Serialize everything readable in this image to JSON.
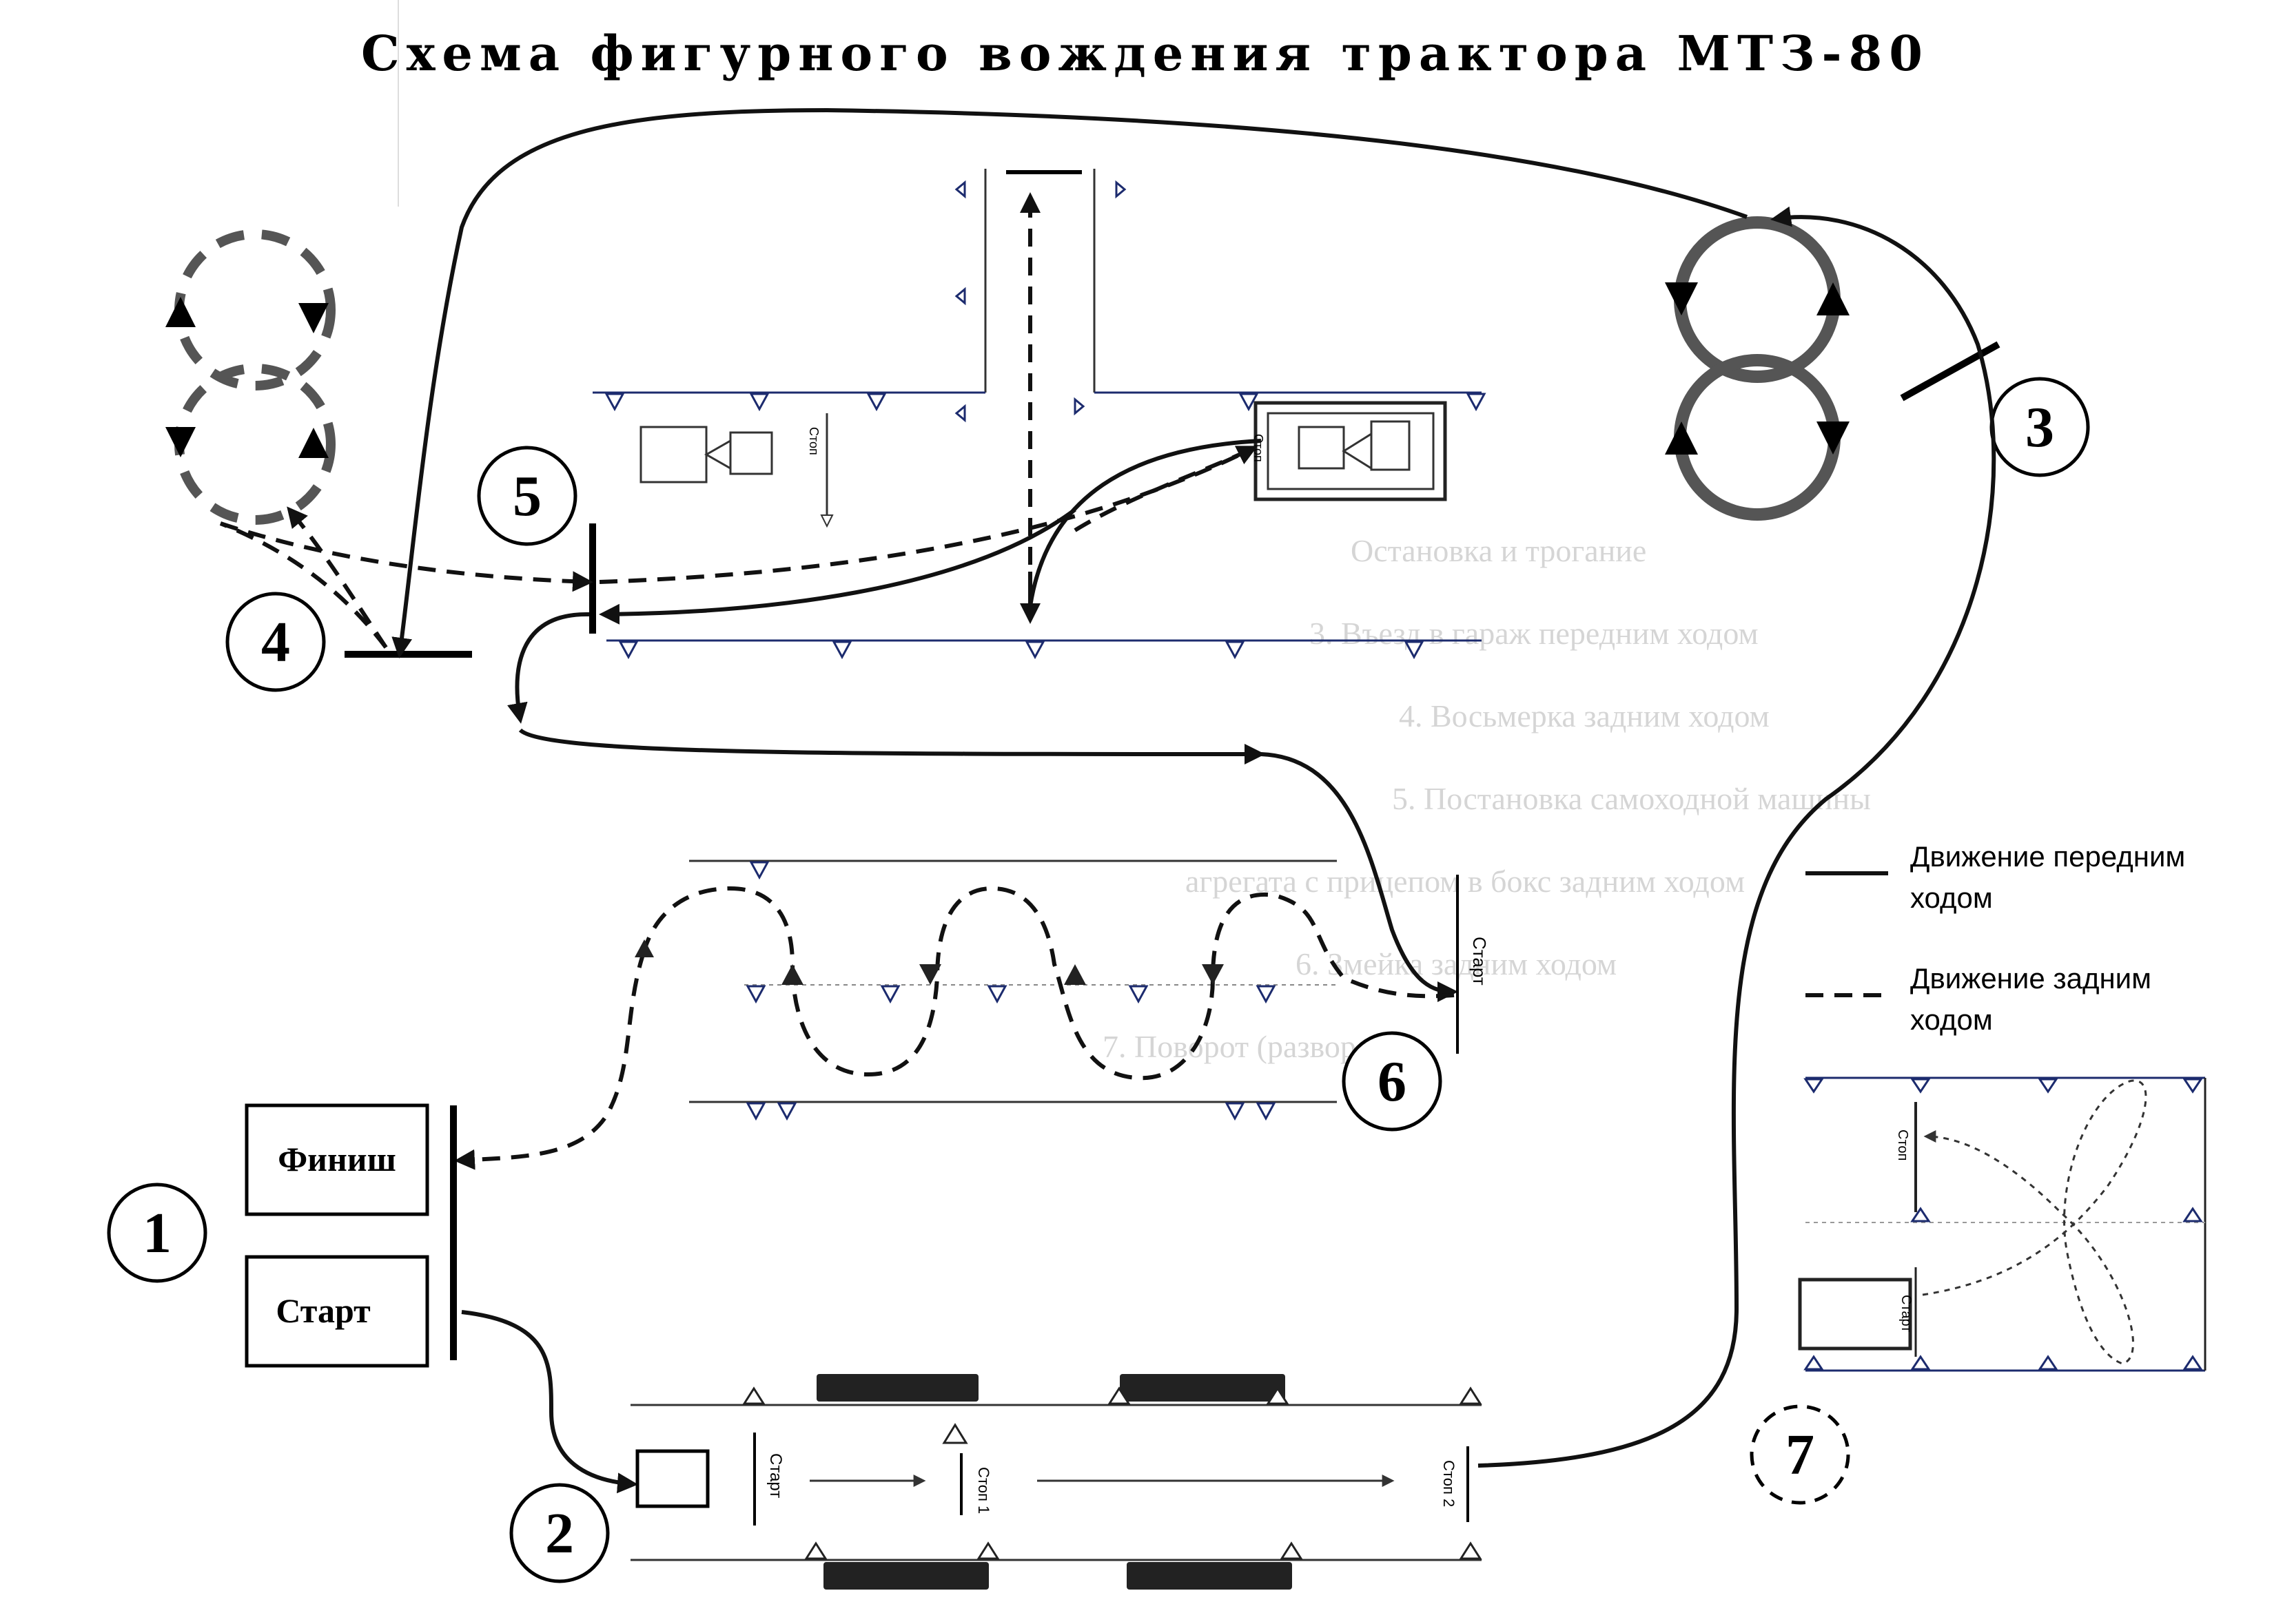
{
  "title": "Схема фигурного вождения трактора МТЗ-80",
  "stations": [
    "1",
    "2",
    "3",
    "4",
    "5",
    "6",
    "7"
  ],
  "boxes": {
    "finish": "Финиш",
    "start": "Старт"
  },
  "legend": {
    "forward": {
      "label_line1": "Движение передним",
      "label_line2": "ходом"
    },
    "reverse": {
      "label_line1": "Движение задним",
      "label_line2": "ходом"
    }
  },
  "small_labels": {
    "start": "Старт",
    "start_rotated": "Старт",
    "stop1": "Стоп 1",
    "stop2": "Стоп 2",
    "stop": "Стоп",
    "stop_tiny": "Стоп"
  },
  "background_list": [
    "Остановка и трогание",
    "3. Въезд в гараж передним ходом",
    "4. Восьмерка задним ходом",
    "5. Постановка самоходной машины",
    "агрегата с прицепом в бокс задним ходом",
    "6. Змейка задним ходом",
    "7. Поворот (разворот)"
  ],
  "colors": {
    "line": "#111111",
    "field_boundary": "#1c2b6e",
    "ring": "#555555"
  }
}
